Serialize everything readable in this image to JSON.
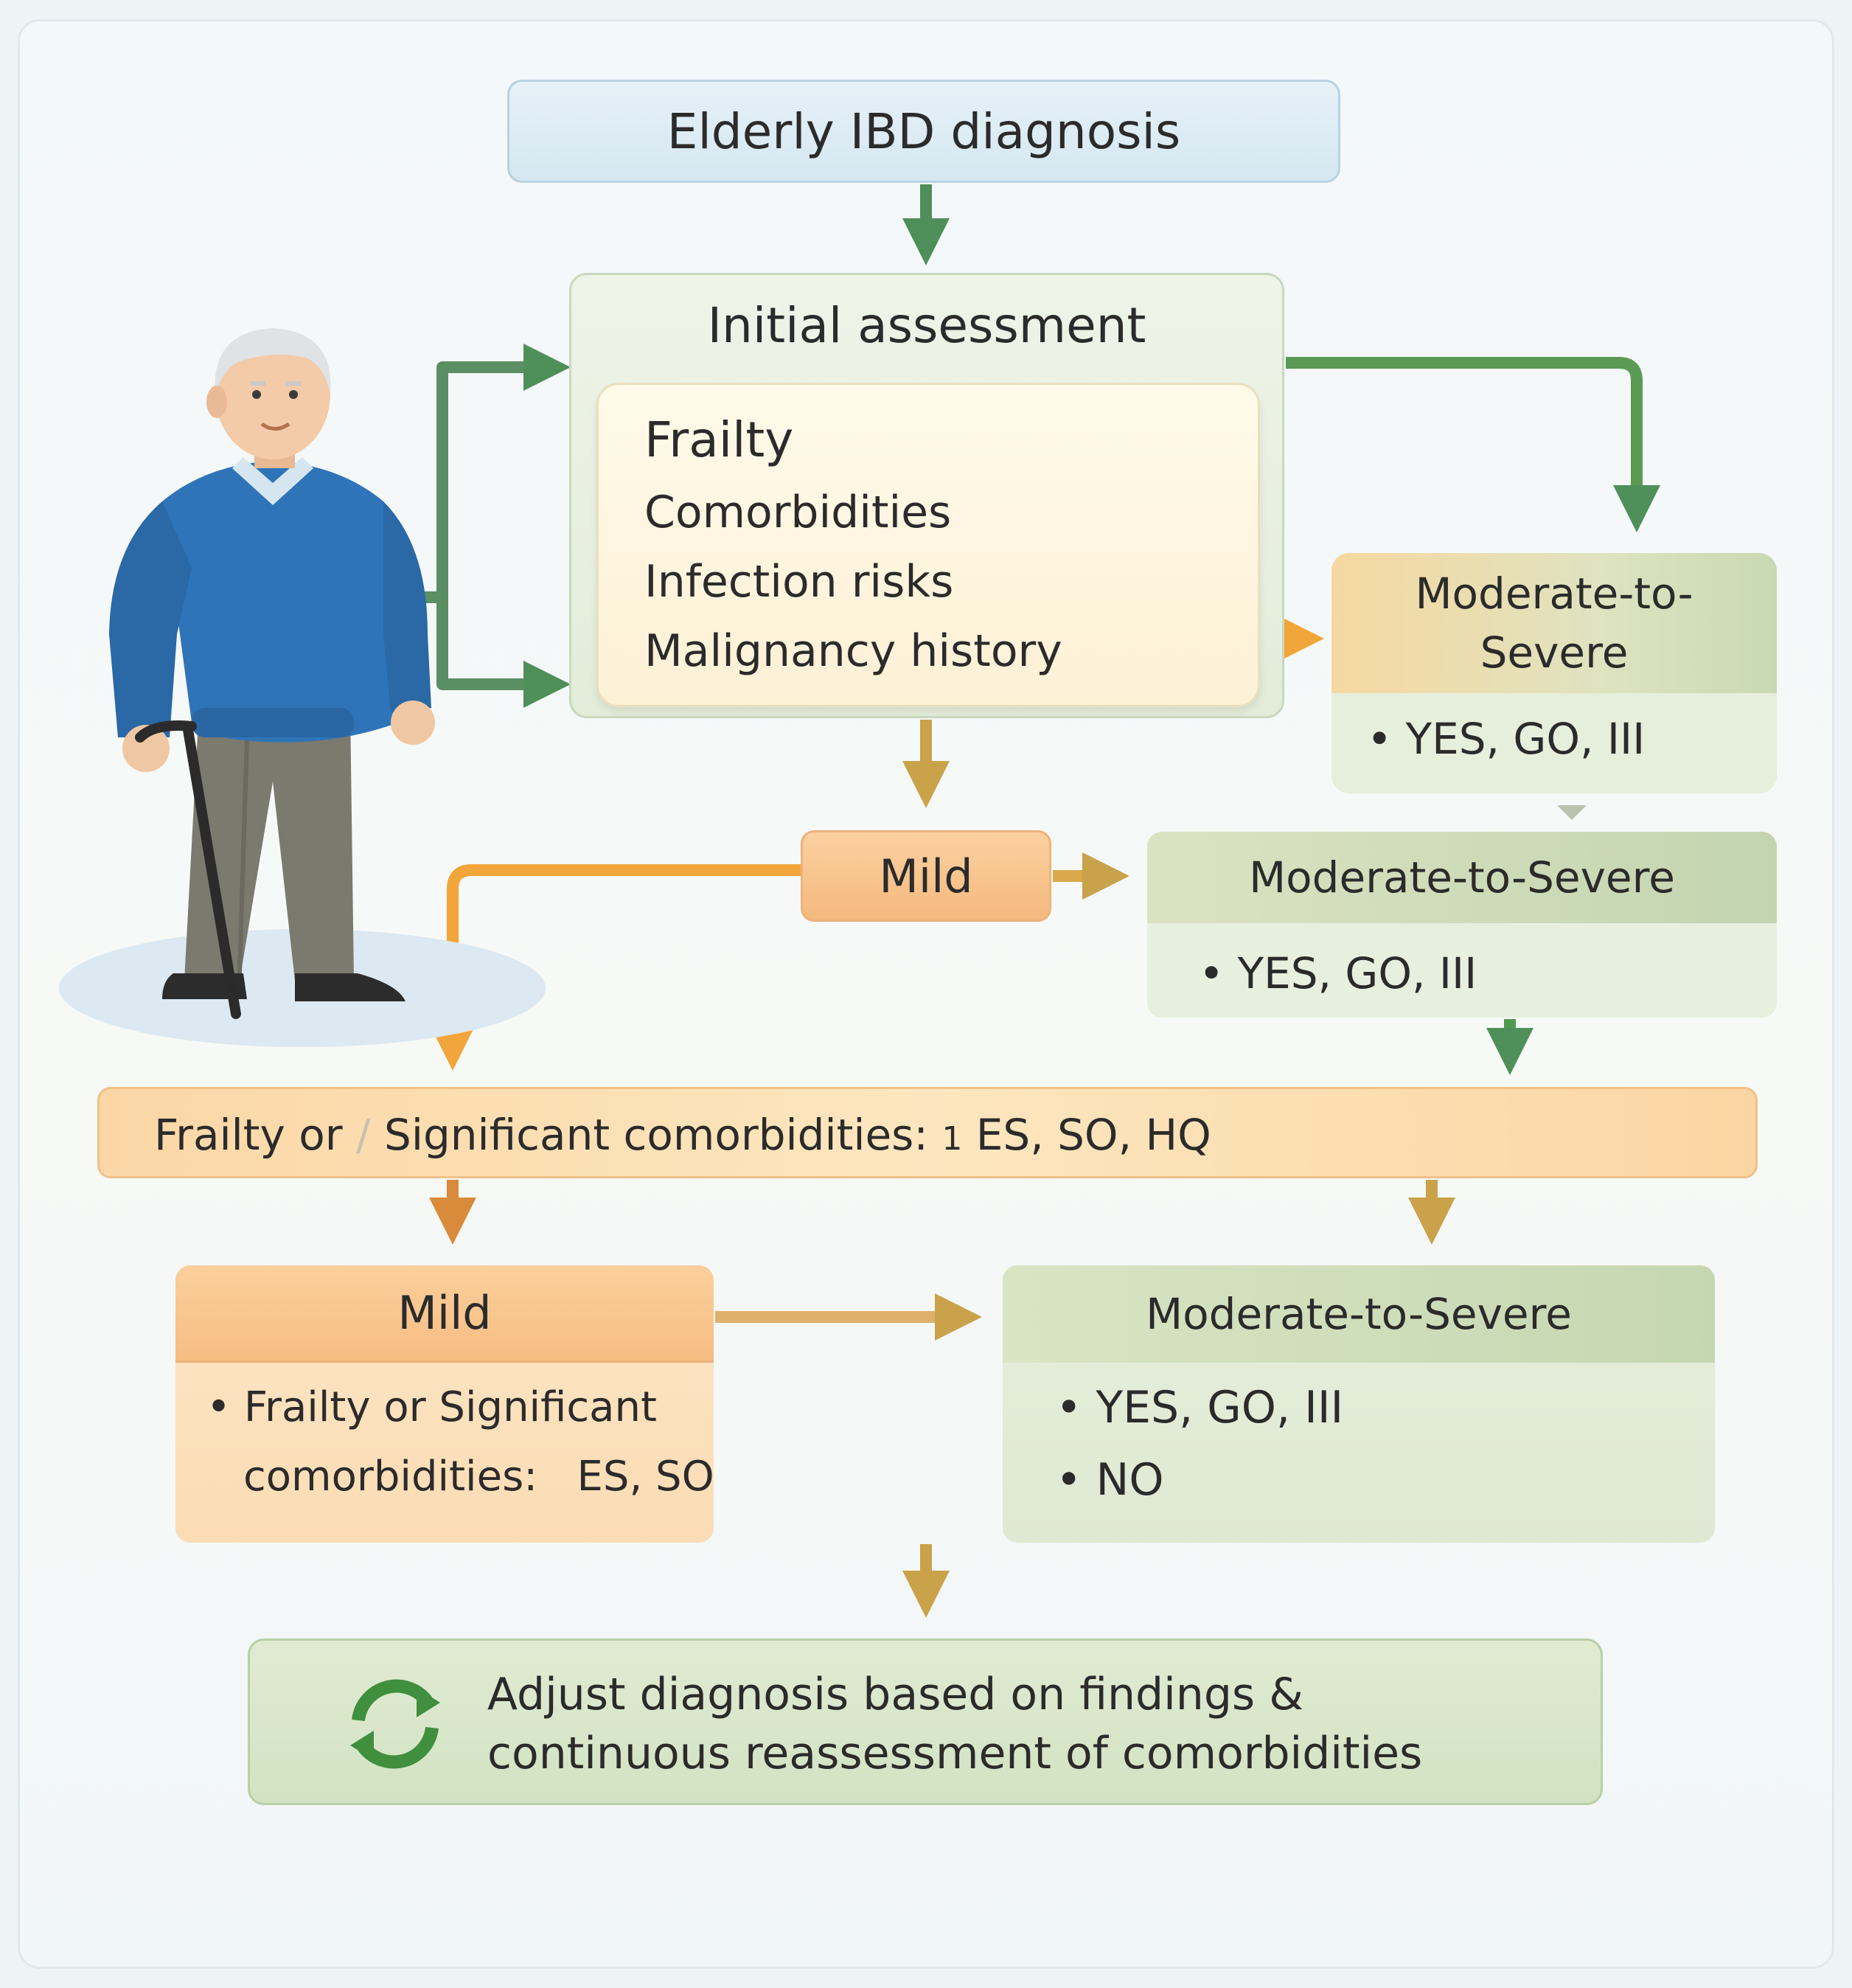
{
  "title": "Elderly IBD diagnosis",
  "initial_assessment": {
    "title": "Initial assessment",
    "factors": [
      "Frailty",
      "Comorbidities",
      "Infection risks",
      "Malignancy history"
    ]
  },
  "severity_top": {
    "header_line1": "Moderate-to-",
    "header_line2": "Severe",
    "bullet": "• YES, GO, III"
  },
  "mild_top": {
    "label": "Mild"
  },
  "severity_mid": {
    "header": "Moderate-to-Severe",
    "bullet": "• YES, GO, III"
  },
  "frailty_bar": {
    "part1": "Frailty or",
    "separator": "/",
    "part2": "Significant comorbidities:",
    "part3": "1",
    "part4": "ES, SO, HQ"
  },
  "mild_bottom": {
    "header": "Mild",
    "line1": "• Frailty or Significant",
    "line2": "comorbidities:   ES, SO, HQ"
  },
  "severity_bottom": {
    "header": "Moderate-to-Severe",
    "bullet1": "• YES, GO, III",
    "bullet2": "• NO"
  },
  "final": {
    "line1": "Adjust diagnosis based on findings &",
    "line2": "continuous reassessment of comorbidities",
    "icon": "cycle-refresh-icon"
  },
  "colors": {
    "green_arrow": "#4f8f5a",
    "orange_arrow": "#f2a53a",
    "gold_arrow": "#c9a24a",
    "sweater": "#2f74b8"
  }
}
